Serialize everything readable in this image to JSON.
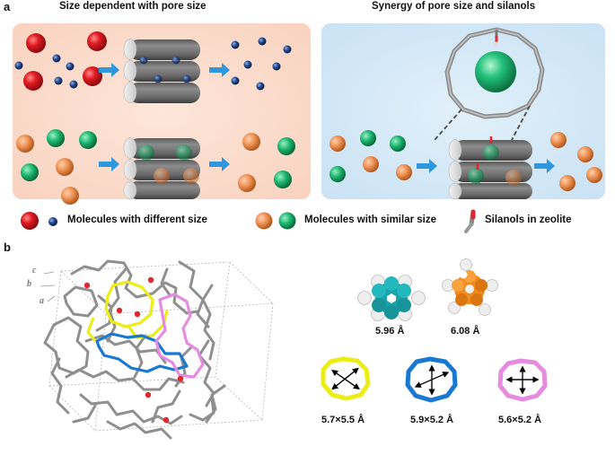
{
  "panel_a": {
    "label": "a",
    "left_title": "Size dependent with pore size",
    "right_title": "Synergy of pore size and silanols"
  },
  "legend": {
    "different_size": "Molecules with different size",
    "similar_size": "Molecules with similar size",
    "silanols": "Silanols in zeolite"
  },
  "panel_b": {
    "label": "b",
    "axes": {
      "c": "c",
      "b": "b",
      "a": "a"
    },
    "molecules": [
      {
        "label": "5.96 Å",
        "color": "#1aa3a8"
      },
      {
        "label": "6.08 Å",
        "color": "#f08a1c"
      }
    ],
    "rings": [
      {
        "label": "5.7×5.5 Å",
        "color": "#ecec17"
      },
      {
        "label": "5.9×5.2 Å",
        "color": "#1978d2"
      },
      {
        "label": "5.6×5.2 Å",
        "color": "#e58be0"
      }
    ]
  },
  "colors": {
    "left_panel_bg": "#fbdccd",
    "right_panel_bg": "#d4e8f6",
    "arrow": "#2e97de",
    "red_sphere": "#d8141c",
    "blue_sphere": "#1d3e7c",
    "orange_sphere": "#ee9459",
    "green_sphere": "#17b36b",
    "framework": "#9a9a9a"
  }
}
